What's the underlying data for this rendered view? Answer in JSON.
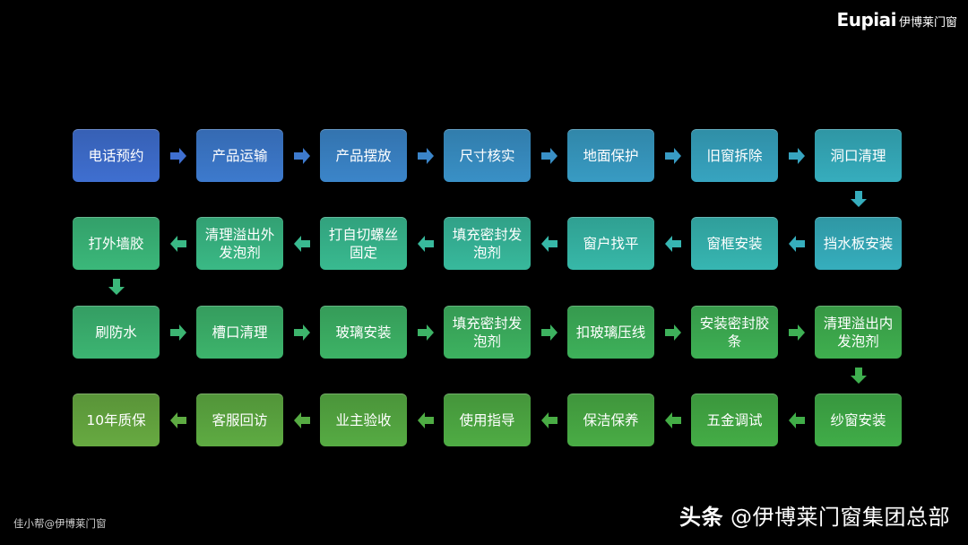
{
  "logo": {
    "brand_en": "Eupiai",
    "brand_cn": "伊博莱门窗"
  },
  "flow": {
    "rows": [
      {
        "direction": "right",
        "steps": [
          {
            "label": "电话预约",
            "color": "#3f6fd0"
          },
          {
            "label": "产品运输",
            "color": "#3d7acd"
          },
          {
            "label": "产品摆放",
            "color": "#3b85c9"
          },
          {
            "label": "尺寸核实",
            "color": "#3990c6"
          },
          {
            "label": "地面保护",
            "color": "#389bc3"
          },
          {
            "label": "旧窗拆除",
            "color": "#37a4c0"
          },
          {
            "label": "洞口清理",
            "color": "#36adbd"
          }
        ]
      },
      {
        "direction": "left",
        "steps": [
          {
            "label": "挡水板安装",
            "color": "#36aebd"
          },
          {
            "label": "窗框安装",
            "color": "#37b6b2"
          },
          {
            "label": "窗户找平",
            "color": "#37b8a8"
          },
          {
            "label": "填充密封发泡剂",
            "color": "#38b99c"
          },
          {
            "label": "打自切螺丝固定",
            "color": "#39ba90"
          },
          {
            "label": "清理溢出外发泡剂",
            "color": "#3ab985"
          },
          {
            "label": "打外墙胶",
            "color": "#3bb87a"
          }
        ]
      },
      {
        "direction": "right",
        "steps": [
          {
            "label": "刷防水",
            "color": "#3cb572"
          },
          {
            "label": "槽口清理",
            "color": "#3db46c"
          },
          {
            "label": "玻璃安装",
            "color": "#3db366"
          },
          {
            "label": "填充密封发泡剂",
            "color": "#3db260"
          },
          {
            "label": "扣玻璃压线",
            "color": "#3eb15a"
          },
          {
            "label": "安装密封胶条",
            "color": "#3eb054"
          },
          {
            "label": "清理溢出内发泡剂",
            "color": "#3faf4f"
          }
        ]
      },
      {
        "direction": "left",
        "steps": [
          {
            "label": "纱窗安装",
            "color": "#40ad48"
          },
          {
            "label": "五金调试",
            "color": "#44ad46"
          },
          {
            "label": "保洁保养",
            "color": "#49ac45"
          },
          {
            "label": "使用指导",
            "color": "#4fac44"
          },
          {
            "label": "业主验收",
            "color": "#56ab43"
          },
          {
            "label": "客服回访",
            "color": "#5eab42"
          },
          {
            "label": "10年质保",
            "color": "#67aa41"
          }
        ]
      }
    ]
  },
  "watermarks": {
    "left": "佳小帮@伊博莱门窗",
    "right_prefix": "头条",
    "right_text": "@伊博莱门窗集团总部"
  }
}
